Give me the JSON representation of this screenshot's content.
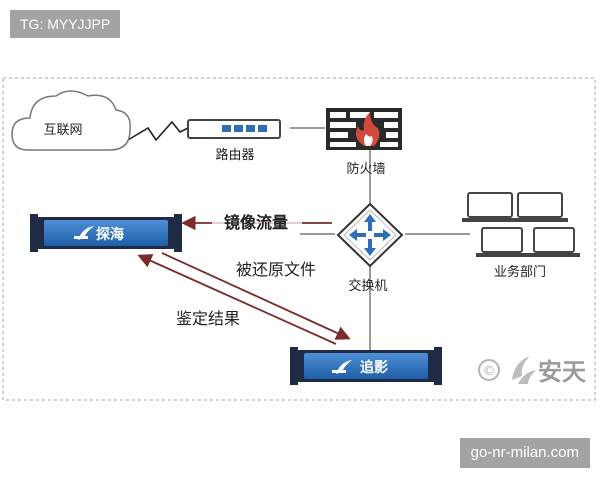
{
  "tags": {
    "top": "TG: MYYJJPP",
    "bottom": "go-nr-milan.com"
  },
  "nodes": {
    "internet": "互联网",
    "router": "路由器",
    "firewall": "防火墙",
    "switch": "交换机",
    "business": "业务部门",
    "tanhai": "探海",
    "zhuiying": "追影"
  },
  "edges": {
    "mirror": "镜像流量",
    "restored": "被还原文件",
    "result": "鉴定结果"
  },
  "watermark": {
    "brand": "安天",
    "symbol": "©"
  },
  "colors": {
    "arrow": "#7a2a2a",
    "device_blue": "#2f6db5",
    "device_dark": "#1f2a44",
    "firewall_red": "#d24a3a",
    "border": "#8da4c4"
  }
}
